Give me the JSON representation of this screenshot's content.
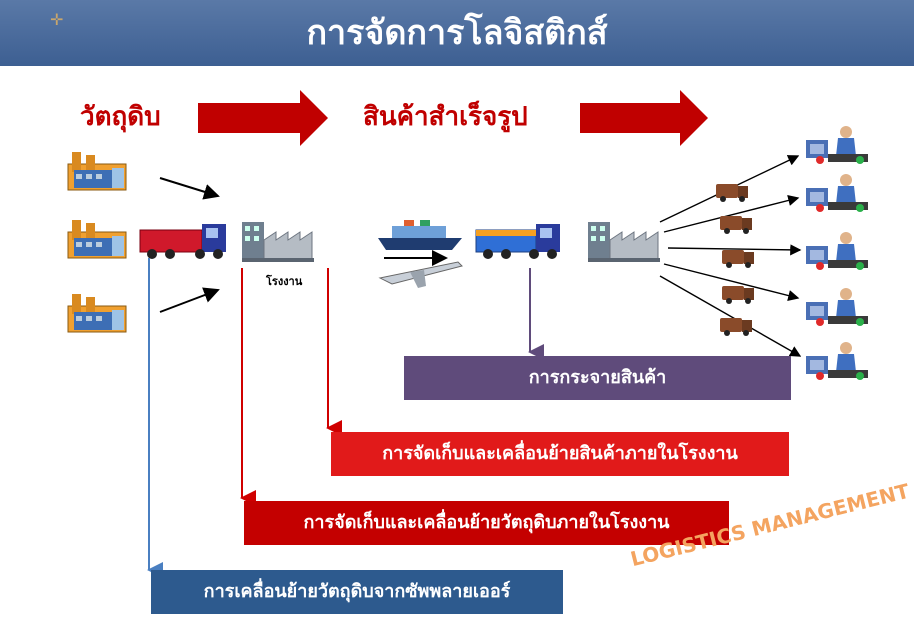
{
  "title": "การจัดการโลจิสติกส์",
  "labels": {
    "raw_material": "วัตถุดิบ",
    "finished_goods": "สินค้าสำเร็จรูป",
    "factory": "โรงงาน"
  },
  "boxes": {
    "distribution": "การกระจายสินค้า",
    "finished_in_factory": "การจัดเก็บและเคลื่อนย้ายสินค้าภายในโรงงาน",
    "raw_in_factory": "การจัดเก็บและเคลื่อนย้ายวัตถุดิบภายในโรงงาน",
    "supplier_movement": "การเคลื่อนย้ายวัตถุดิบจากซัพพลายเออร์"
  },
  "watermark": "LOGISTICS MANAGEMENT",
  "colors": {
    "banner": "#3d5f92",
    "red_label": "#c00000",
    "purple_box": "#5f4b7b",
    "red_box_1": "#e11a1a",
    "red_box_2": "#c40000",
    "blue_box": "#2d5a8e",
    "watermark": "#f4a460"
  },
  "icons": [
    "supplier-factory-icon",
    "truck-icon",
    "factory-icon",
    "ship-icon",
    "airplane-icon",
    "delivery-truck-icon",
    "customer-shopper-icon"
  ]
}
